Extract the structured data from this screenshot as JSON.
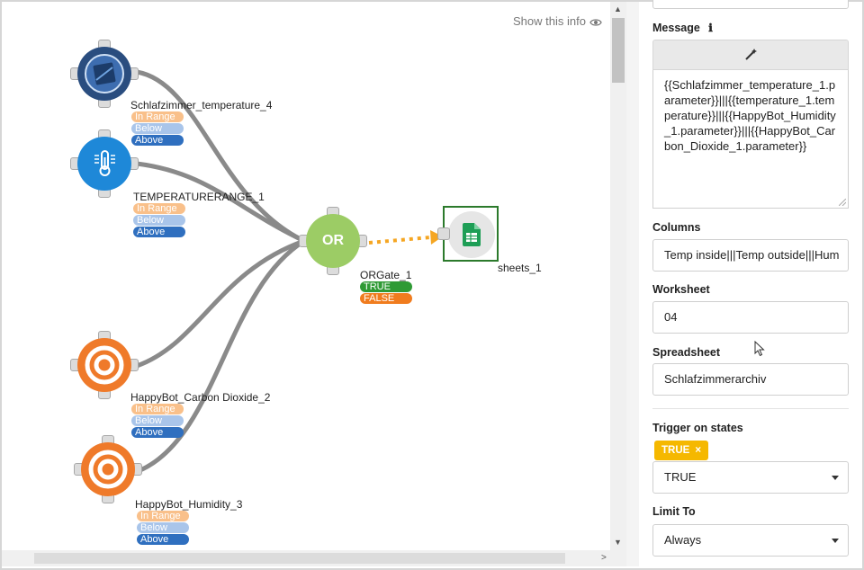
{
  "canvas": {
    "show_info": "Show this info",
    "nodes": {
      "temp4": {
        "label": "Schlafzimmer_temperature_4",
        "states": [
          "In Range",
          "Below",
          "Above"
        ]
      },
      "temprange1": {
        "label": "TEMPERATURERANGE_1",
        "states": [
          "In Range",
          "Below",
          "Above"
        ]
      },
      "co2": {
        "label": "HappyBot_Carbon Dioxide_2",
        "states": [
          "In Range",
          "Below",
          "Above"
        ]
      },
      "humidity": {
        "label": "HappyBot_Humidity_3",
        "states": [
          "In Range",
          "Below",
          "Above"
        ]
      },
      "orgate": {
        "label": "ORGate_1",
        "icon_text": "OR",
        "states": [
          "TRUE",
          "FALSE"
        ]
      },
      "sheets": {
        "label": "sheets_1"
      }
    }
  },
  "panel": {
    "message": {
      "label": "Message",
      "value": "{{Schlafzimmer_temperature_1.parameter}}|||{{temperature_1.temperature}}|||{{HappyBot_Humidity_1.parameter}}|||{{HappyBot_Carbon_Dioxide_1.parameter}}"
    },
    "columns": {
      "label": "Columns",
      "value": "Temp inside|||Temp outside|||Hum"
    },
    "worksheet": {
      "label": "Worksheet",
      "value": "04"
    },
    "spreadsheet": {
      "label": "Spreadsheet",
      "value": "Schlafzimmerarchiv"
    },
    "trigger": {
      "label": "Trigger on states",
      "tag": "TRUE",
      "tag_remove": "×",
      "selected": "TRUE"
    },
    "limit": {
      "label": "Limit To",
      "selected": "Always"
    }
  },
  "colors": {
    "temp_node": "#2a4d7f",
    "temp_range_node": "#1e88d8",
    "co2_node": "#ef7a2a",
    "or_gate": "#9ccc65",
    "sheets_green": "#2c7a2c",
    "tag_yellow": "#f5b800",
    "edge_arrow": "#f5a623"
  }
}
